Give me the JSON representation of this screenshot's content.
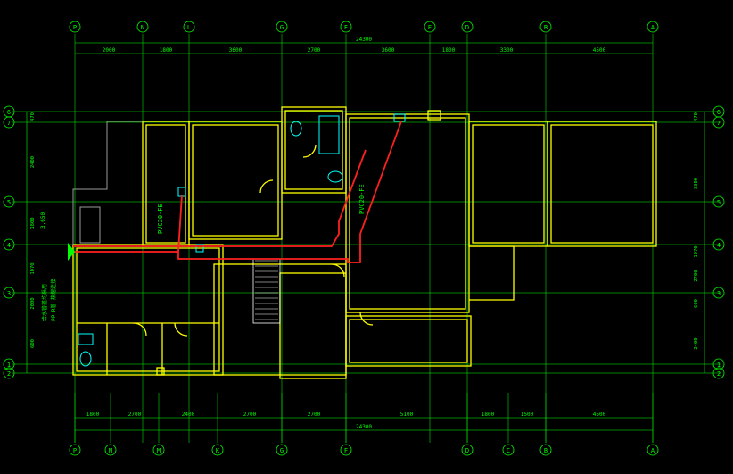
{
  "colors": {
    "background": "#000000",
    "grid": "#00ff00",
    "wall": "#ffff00",
    "pipe": "#ff2020",
    "fixture": "#00ffff",
    "stairs": "#ffffff",
    "gray": "#9a9a9a"
  },
  "top_axes": [
    "P",
    "N",
    "L",
    "G",
    "F",
    "E",
    "D",
    "B",
    "A"
  ],
  "bottom_axes": [
    "P",
    "M",
    "M",
    "K",
    "G",
    "F",
    "D",
    "C",
    "B",
    "A"
  ],
  "left_axes": [
    "6",
    "7",
    "5",
    "4",
    "3",
    "1",
    "2"
  ],
  "right_axes": [
    "6",
    "7",
    "5",
    "4",
    "3",
    "1",
    "2"
  ],
  "top_total": "24300",
  "bottom_total": "24300",
  "top_dims": [
    "2000",
    "1800",
    "3600",
    "2700",
    "3600",
    "1800",
    "3300",
    "4500"
  ],
  "bottom_dims": [
    "1800",
    "2700",
    "2400",
    "2700",
    "2700",
    "5100",
    "1800",
    "1500",
    "4500"
  ],
  "left_dims": [
    "470",
    "2400",
    "1800",
    "1070",
    "2800",
    "600"
  ],
  "right_dims": [
    "470",
    "3300",
    "1070",
    "2700",
    "600",
    "2400"
  ],
  "pipe_label_1": "PVC20-FE",
  "pipe_label_2": "PVC20-FE",
  "elevation_label": "3.650",
  "note_1": "给水管道均采用",
  "note_2": "PP-R管 热熔连接"
}
